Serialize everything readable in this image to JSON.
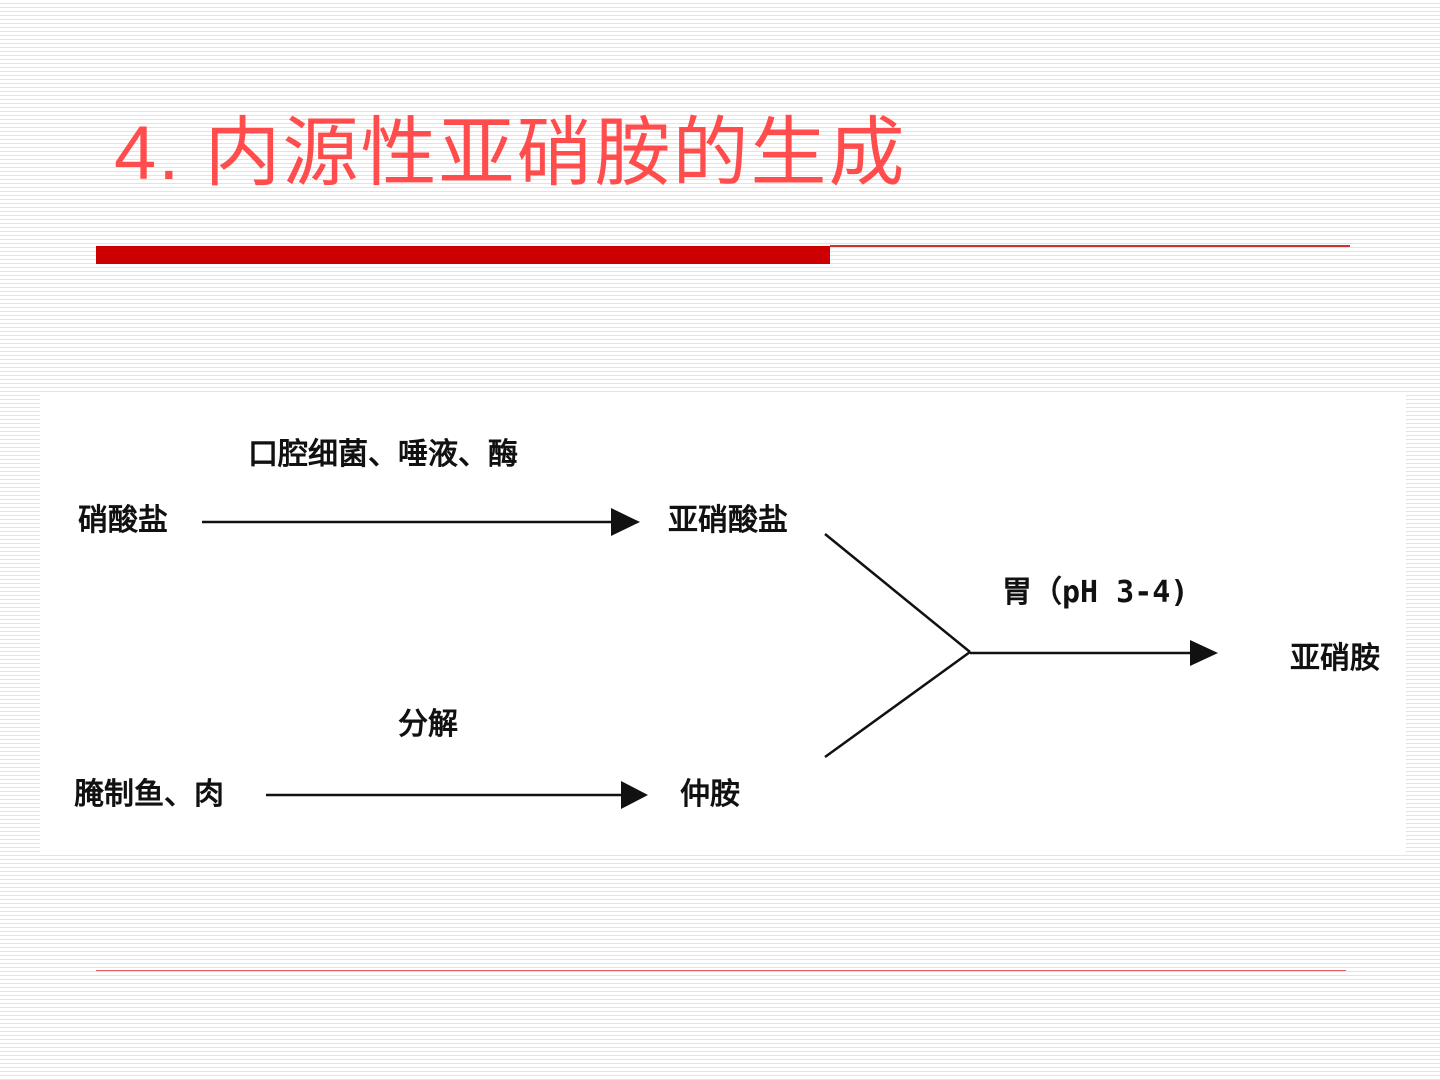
{
  "slide": {
    "title": "4. 内源性亚硝胺的生成",
    "accent_color": "#cc0000",
    "title_color": "#ff4d4d"
  },
  "diagram": {
    "nodes": {
      "nitrate": "硝酸盐",
      "nitrite": "亚硝酸盐",
      "cured_fish_meat": "腌制鱼、肉",
      "secondary_amine": "仲胺",
      "nitrosamine": "亚硝胺"
    },
    "edges": {
      "nitrate_to_nitrite": "口腔细菌、唾液、酶",
      "fish_to_amine": "分解",
      "to_nitrosamine": "胃（pH 3-4)"
    }
  }
}
